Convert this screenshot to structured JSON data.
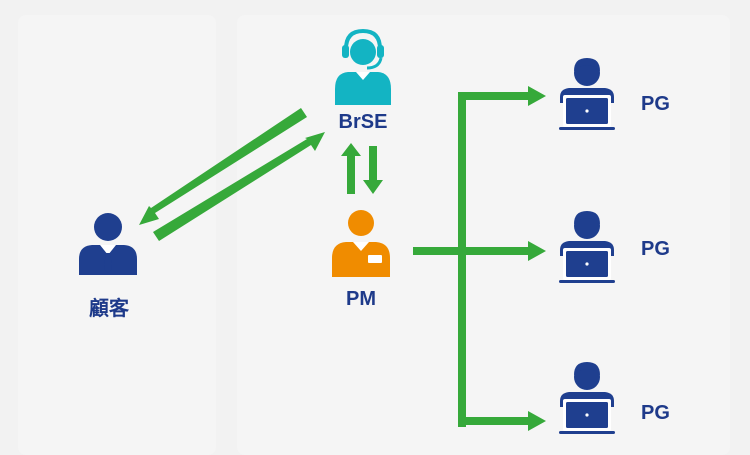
{
  "roles": {
    "customer": "顧客",
    "brse": "BrSE",
    "pm": "PM",
    "pg": [
      "PG",
      "PG",
      "PG"
    ]
  },
  "icons": {
    "customer": "businessman-icon",
    "brse": "headset-operator-icon",
    "pm": "manager-icon",
    "pg": "developer-laptop-icon"
  },
  "colors": {
    "navy": "#1f3f8f",
    "teal": "#13b4c3",
    "orange": "#f08c00",
    "arrow_green": "#36a93a",
    "background": "#f2f2f2",
    "panel": "#f5f5f5"
  }
}
